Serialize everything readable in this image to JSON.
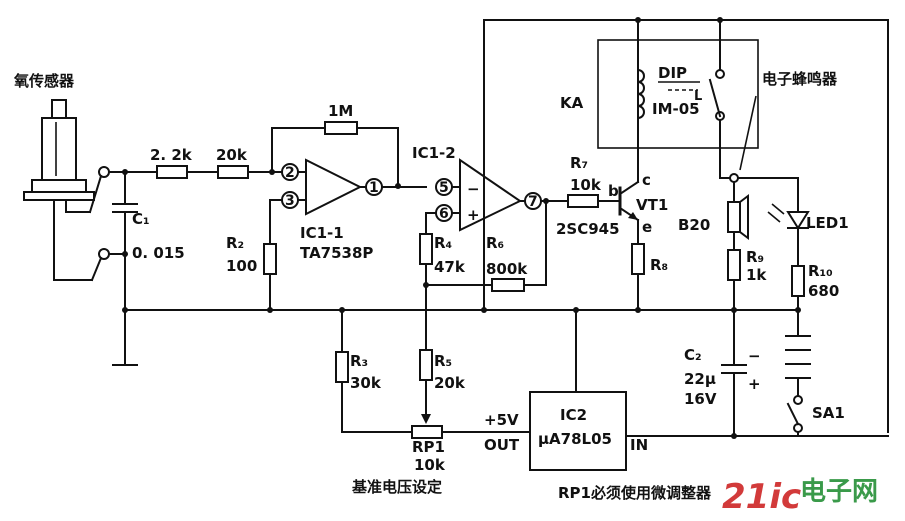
{
  "labels": {
    "oxygen_sensor": "氧传感器",
    "r_22k": "2. 2k",
    "r_20k_in": "20k",
    "r_1m": "1M",
    "c1_name": "C₁",
    "c1_value": "0. 015",
    "r2_name": "R₂",
    "r2_value": "100",
    "ic11_name": "IC1-1",
    "ic11_part": "TA7538P",
    "ic12_name": "IC1-2",
    "r4_name": "R₄",
    "r4_value": "47k",
    "r6_name": "R₆",
    "r6_value": "800k",
    "r7_name": "R₇",
    "r7_value": "10k",
    "vt1_name": "VT1",
    "vt1_part": "2SC945",
    "pin_b": "b",
    "pin_c": "c",
    "pin_e": "e",
    "r8_name": "R₈",
    "ka_name": "KA",
    "relay_dip": "DIP",
    "relay_part": "IM-05",
    "relay_mark": "L",
    "buzzer_label": "电子蜂鸣器",
    "b20_name": "B20",
    "led_name": "LED1",
    "r9_name": "R₉",
    "r9_value": "1k",
    "r10_name": "R₁₀",
    "r10_value": "680",
    "c2_name": "C₂",
    "c2_value": "22μ",
    "c2_voltage": "16V",
    "sa1_name": "SA1",
    "r3_name": "R₃",
    "r3_value": "30k",
    "r5_name": "R₅",
    "r5_value": "20k",
    "rp1_name": "RP1",
    "rp1_value": "10k",
    "ref_caption": "基准电压设定",
    "ic2_name": "IC2",
    "ic2_part": "μA78L05",
    "ic2_out": "OUT",
    "ic2_in": "IN",
    "ic2_vout": "+5V",
    "note": "RP1必须使用微调整器",
    "pins": {
      "p1": "1",
      "p2": "2",
      "p3": "3",
      "p5": "5",
      "p6": "6",
      "p7": "7"
    },
    "op_minus": "−",
    "op_plus": "+",
    "c2_minus": "−",
    "c2_plus": "+"
  },
  "watermark": {
    "text": "21ic",
    "suffix": "电子网"
  },
  "colors": {
    "ink": "#111111",
    "watermark_red": "#d23a3a",
    "watermark_green": "#3a9a4a"
  }
}
